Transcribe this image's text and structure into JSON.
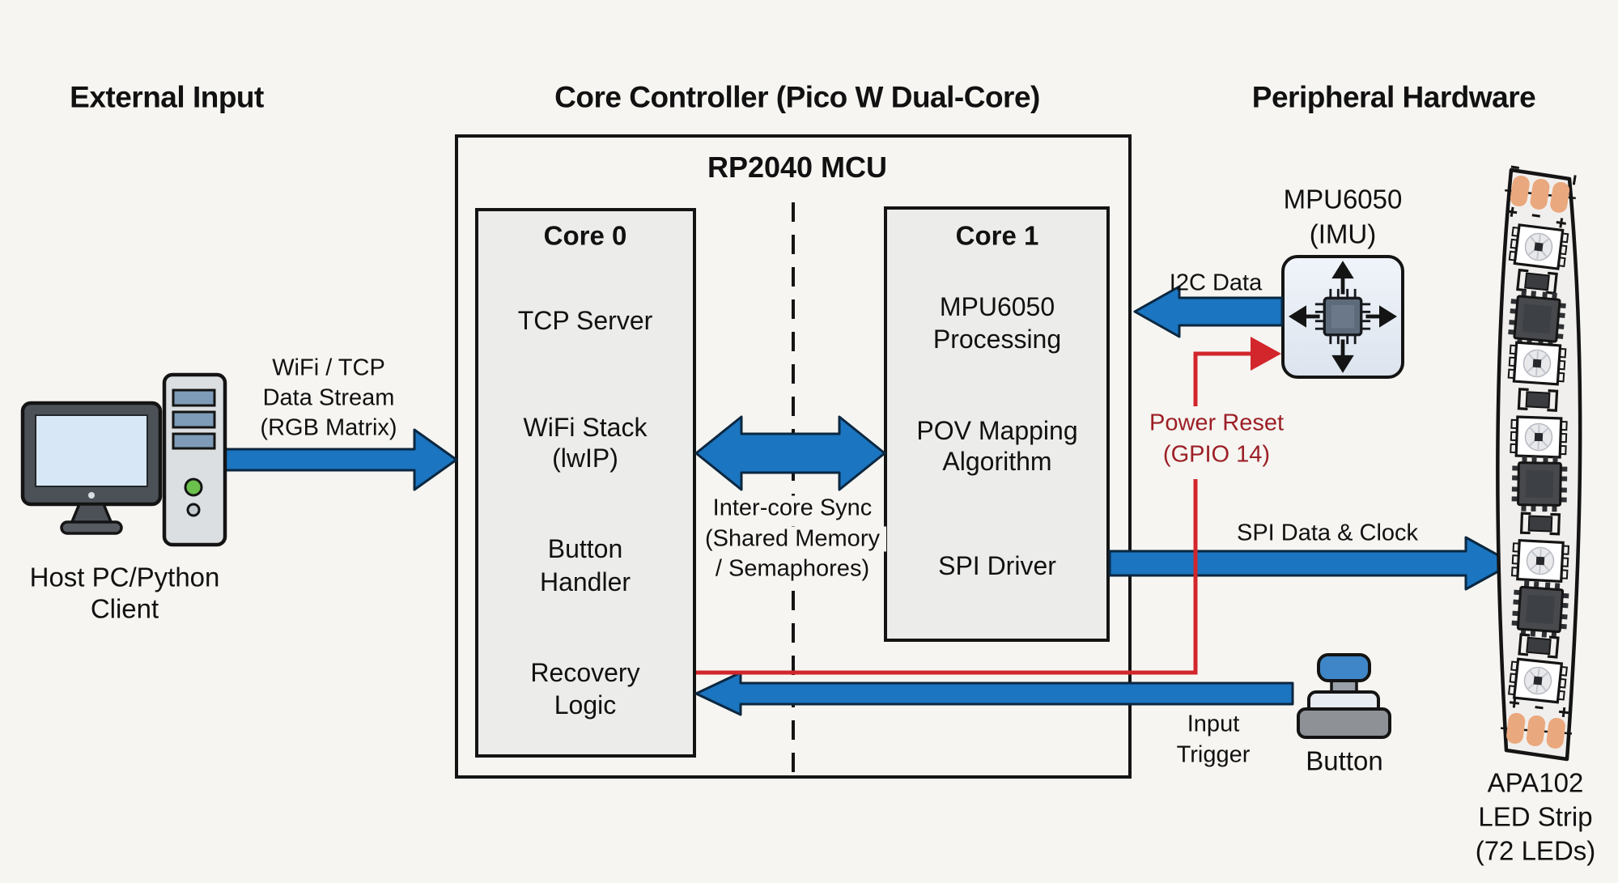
{
  "colors": {
    "bg": "#f6f5f1",
    "blue": "#1b75c0",
    "blue_stroke": "#0b2740",
    "red": "#d2262c",
    "red_dark": "#9c1f26",
    "ink": "#141414",
    "box_fill": "#ececea",
    "strip_fill": "#f0efed",
    "pad_orange": "#eaa87e",
    "chip_dark": "#47494d",
    "screen_blue": "#d7e7f5",
    "slot_blue": "#7e9cb8",
    "green": "#6cc14d"
  },
  "headings": {
    "left": "External Input",
    "center": "Core Controller (Pico W Dual-Core)",
    "right": "Peripheral Hardware"
  },
  "mcu": {
    "title": "RP2040 MCU",
    "core0": {
      "title": "Core 0",
      "rows": [
        [
          "TCP Server"
        ],
        [
          "WiFi Stack",
          "(lwIP)"
        ],
        [
          "Button",
          "Handler"
        ],
        [
          "Recovery",
          "Logic"
        ]
      ]
    },
    "core1": {
      "title": "Core 1",
      "rows": [
        [
          "MPU6050",
          "Processing"
        ],
        [
          "POV Mapping",
          "Algorithm"
        ],
        [
          "SPI Driver"
        ]
      ]
    }
  },
  "connections": {
    "wifi": [
      "WiFi / TCP",
      "Data Stream",
      "(RGB Matrix)"
    ],
    "intercore": [
      "Inter-core Sync",
      "(Shared Memory",
      "/ Semaphores)"
    ],
    "i2c": "I2C Data",
    "power": [
      "Power Reset",
      "(GPIO 14)"
    ],
    "spi": "SPI Data & Clock",
    "input": [
      "Input",
      "Trigger"
    ]
  },
  "peripherals": {
    "host": [
      "Host PC/Python",
      "Client"
    ],
    "mpu": [
      "MPU6050",
      "(IMU)"
    ],
    "button": "Button",
    "led": [
      "APA102",
      "LED Strip",
      "(72 LEDs)"
    ]
  }
}
